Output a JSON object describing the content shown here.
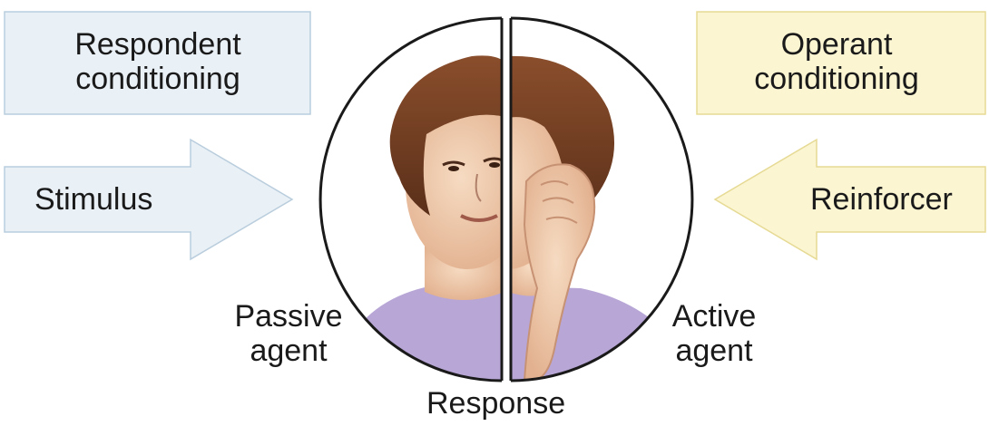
{
  "respondent": {
    "title_line1": "Respondent",
    "title_line2": "conditioning",
    "arrow_label": "Stimulus",
    "box_fill": "#e9f0f6",
    "box_border": "#b9cddd",
    "arrow_fill": "#e9f0f6",
    "arrow_border": "#b9cddd"
  },
  "operant": {
    "title_line1": "Operant",
    "title_line2": "conditioning",
    "arrow_label": "Reinforcer",
    "box_fill": "#fbf5d2",
    "box_border": "#e6da94",
    "arrow_fill": "#fbf5d2",
    "arrow_border": "#e6da94"
  },
  "figure": {
    "left_label_line1": "Passive",
    "left_label_line2": "agent",
    "right_label_line1": "Active",
    "right_label_line2": "agent",
    "bottom_label": "Response",
    "circle_stroke": "#1a1a1a",
    "hair_color": "#6b3b22",
    "skin_color": "#f0c9a8",
    "shirt_color": "#b7a6d6"
  }
}
